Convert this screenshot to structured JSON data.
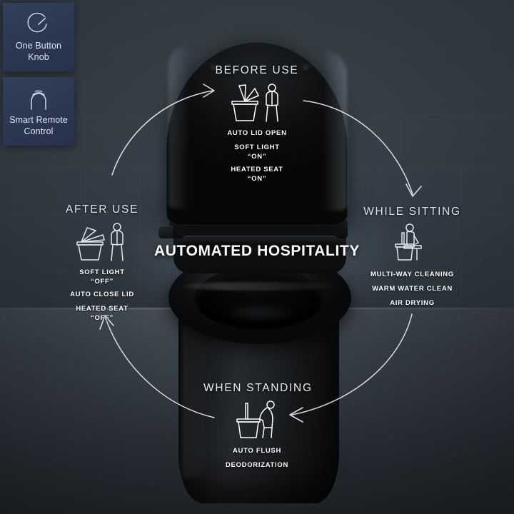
{
  "scene": {
    "center_title": "AUTOMATED HOSPITALITY",
    "colors": {
      "background_wall": "#384149",
      "background_floor": "#39424a",
      "badge_fill": "#2c3852",
      "text_primary": "#ffffff",
      "heading": "#e9eef2",
      "arrow": "#e6ecf0"
    }
  },
  "badges": [
    {
      "id": "one-button-knob",
      "icon": "knob-dial-icon",
      "label_line1": "One Button",
      "label_line2": "Knob"
    },
    {
      "id": "smart-remote-control",
      "icon": "remote-signal-icon",
      "label_line1": "Smart Remote",
      "label_line2": "Control"
    }
  ],
  "steps": [
    {
      "id": "before-use",
      "heading": "BEFORE USE",
      "icon": "toilet-open-lid-standing-person-icon",
      "features": [
        {
          "text": "AUTO LID OPEN",
          "state": ""
        },
        {
          "text": "SOFT LIGHT",
          "state": "“ON”"
        },
        {
          "text": "HEATED SEAT",
          "state": "“ON”"
        }
      ]
    },
    {
      "id": "while-sitting",
      "heading": "WHILE SITTING",
      "icon": "seated-person-toilet-icon",
      "features": [
        {
          "text": "MULTI-WAY CLEANING",
          "state": ""
        },
        {
          "text": "WARM WATER CLEAN",
          "state": ""
        },
        {
          "text": "AIR DRYING",
          "state": ""
        }
      ]
    },
    {
      "id": "when-standing",
      "heading": "WHEN STANDING",
      "icon": "standing-up-person-toilet-icon",
      "features": [
        {
          "text": "AUTO FLUSH",
          "state": ""
        },
        {
          "text": "DEODORIZATION",
          "state": ""
        }
      ]
    },
    {
      "id": "after-use",
      "heading": "AFTER USE",
      "icon": "toilet-closing-lid-standing-person-icon",
      "features": [
        {
          "text": "SOFT LIGHT",
          "state": "“OFF”"
        },
        {
          "text": "AUTO CLOSE LID",
          "state": ""
        },
        {
          "text": "HEATED SEAT",
          "state": "“OFF”"
        }
      ]
    }
  ],
  "flow_arrows": [
    {
      "id": "after-to-before",
      "from": "after-use",
      "to": "before-use"
    },
    {
      "id": "before-to-sitting",
      "from": "before-use",
      "to": "while-sitting"
    },
    {
      "id": "sitting-to-standing",
      "from": "while-sitting",
      "to": "when-standing"
    },
    {
      "id": "standing-to-after",
      "from": "when-standing",
      "to": "after-use"
    }
  ]
}
